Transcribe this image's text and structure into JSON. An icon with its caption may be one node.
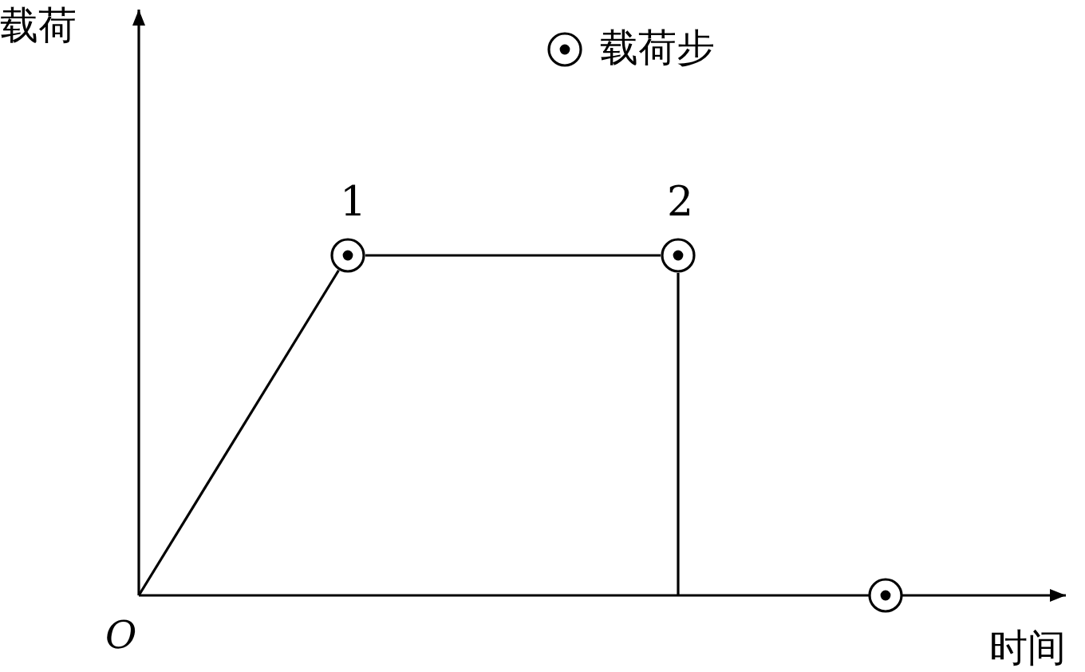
{
  "diagram": {
    "nodes": [
      {
        "text": [],
        "shape": "circle",
        "beside": [
          "1"
        ]
      },
      {
        "text": [],
        "shape": "circle",
        "beside": [
          "2"
        ]
      },
      {
        "text": [],
        "shape": "circle"
      }
    ],
    "edges": [
      {
        "from": null,
        "to": 0,
        "arrow": "none"
      },
      {
        "from": 0,
        "to": 1,
        "arrow": "none"
      },
      {
        "from": 1,
        "to": null,
        "arrow": "none"
      }
    ],
    "labels": [
      "载荷",
      "O",
      "时间"
    ],
    "legend": [
      {
        "text": "载荷步"
      }
    ]
  }
}
